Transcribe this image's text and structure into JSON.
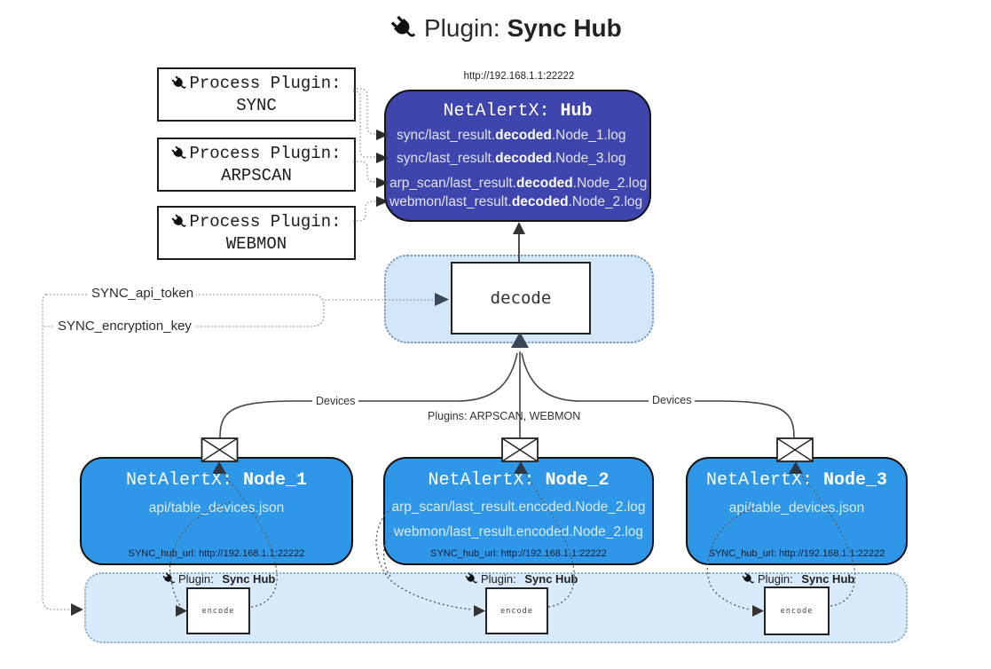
{
  "title": {
    "prefix": "Plugin:",
    "name": "Sync Hub"
  },
  "process_plugins": [
    {
      "label": "Process Plugin:",
      "name": "SYNC"
    },
    {
      "label": "Process Plugin:",
      "name": "ARPSCAN"
    },
    {
      "label": "Process Plugin:",
      "name": "WEBMON"
    }
  ],
  "hub": {
    "url": "http://192.168.1.1:22222",
    "title_prefix": "NetAlertX:",
    "title_name": "Hub",
    "logs": [
      {
        "pre": "sync/last_result.",
        "bold": "decoded",
        "post": ".Node_1.log"
      },
      {
        "pre": "sync/last_result.",
        "bold": "decoded",
        "post": ".Node_3.log"
      },
      {
        "pre": "arp_scan/last_result.",
        "bold": "decoded",
        "post": ".Node_2.log"
      },
      {
        "pre": "webmon/last_result.",
        "bold": "decoded",
        "post": ".Node_2.log"
      }
    ]
  },
  "decode": {
    "label": "decode"
  },
  "settings": {
    "api_token": "SYNC_api_token",
    "encryption_key": "SYNC_encryption_key"
  },
  "edge_labels": {
    "devices_left": "Devices",
    "devices_right": "Devices",
    "plugins_mid": "Plugins: ARPSCAN, WEBMON"
  },
  "nodes": [
    {
      "title_prefix": "NetAlertX:",
      "title_name": "Node_1",
      "lines": [
        "api/table_devices.json"
      ],
      "hub_url": "SYNC_hub_url: http://192.168.1.1:22222"
    },
    {
      "title_prefix": "NetAlertX:",
      "title_name": "Node_2",
      "lines": [
        "arp_scan/last_result.encoded.Node_2.log",
        "webmon/last_result.encoded.Node_2.log"
      ],
      "hub_url": "SYNC_hub_url: http://192.168.1.1:22222"
    },
    {
      "title_prefix": "NetAlertX:",
      "title_name": "Node_3",
      "lines": [
        "api/table_devices.json"
      ],
      "hub_url": "SYNC_hub_url: http://192.168.1.1:22222"
    }
  ],
  "encoders": [
    {
      "label_prefix": "Plugin:",
      "label_name": "Sync Hub",
      "box": "encode"
    },
    {
      "label_prefix": "Plugin:",
      "label_name": "Sync Hub",
      "box": "encode"
    },
    {
      "label_prefix": "Plugin:",
      "label_name": "Sync Hub",
      "box": "encode"
    }
  ],
  "colors": {
    "hub_bg": "#3e45ac",
    "node_bg": "#2e97e8",
    "container_bg": "#d9eafa",
    "outline": "#141414"
  }
}
